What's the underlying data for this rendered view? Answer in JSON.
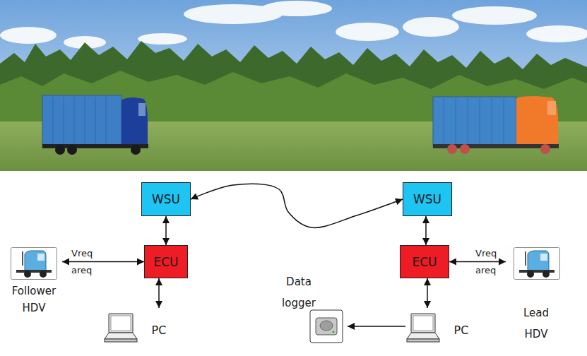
{
  "diagram": {
    "nodes": [
      {
        "text": [
          "WSU"
        ]
      },
      {
        "text": [
          "WSU"
        ]
      },
      {
        "text": [
          "Follower HDV"
        ]
      },
      {
        "text": [
          "ECU"
        ]
      },
      {
        "text": [
          "ECU"
        ]
      },
      {
        "text": [
          "Lead HDV"
        ]
      },
      {
        "text": [
          "Data logger"
        ]
      },
      {
        "text": [
          "PC"
        ]
      },
      {
        "text": [
          "PC"
        ]
      }
    ],
    "edges": [
      {
        "from": 0,
        "to": 1,
        "arrow": "both"
      },
      {
        "from": 0,
        "to": 3,
        "arrow": "both"
      },
      {
        "from": 1,
        "to": 4,
        "arrow": "both"
      },
      {
        "from": 3,
        "to": 2,
        "label": "Vreq",
        "arrow": "both"
      },
      {
        "from": 4,
        "to": 5,
        "label": "Vreq",
        "arrow": "both"
      },
      {
        "from": 3,
        "to": 7,
        "arrow": "both"
      },
      {
        "from": 4,
        "to": 8,
        "arrow": "both"
      },
      {
        "from": 8,
        "to": 6,
        "arrow": "to"
      }
    ],
    "labels": [
      "areq",
      "areq"
    ]
  }
}
